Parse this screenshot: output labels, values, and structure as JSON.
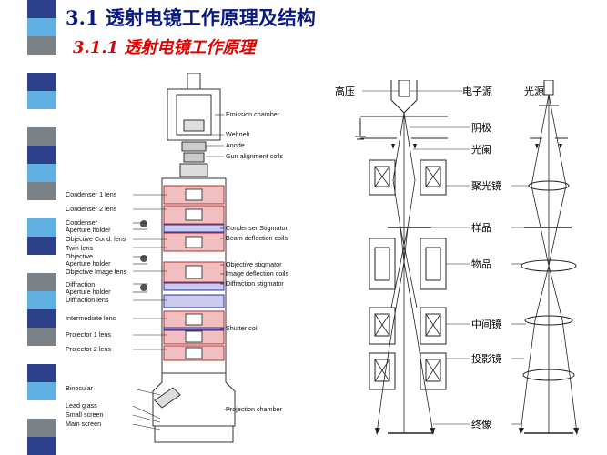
{
  "title": "3.1  透射电镜工作原理及结构",
  "subtitle": "3.1.1 透射电镜工作原理",
  "colors": {
    "title": "#0a1a80",
    "subtitle": "#e00000",
    "strip": [
      "#2b3f8a",
      "#5fb0e0",
      "#7a8288",
      "#ffffff"
    ],
    "lens_red": "#e07070",
    "lens_blue": "#6a6ad0"
  },
  "left_diagram": {
    "labels_left": [
      "Condenser 1 lens",
      "Condenser 2 lens",
      "Condenser",
      "Aperture holder",
      "Objective Cond. lens",
      "Twin lens",
      "Objective",
      "Aperture holder",
      "Objective Image lens",
      "Diffraction",
      "Aperture holder",
      "Diffraction lens",
      "Intermediate lens",
      "Projector 1 lens",
      "Projector 2 lens",
      "Binocular",
      "Lead glass",
      "Small screen",
      "Main screen"
    ],
    "labels_right": [
      "Emission chamber",
      "Wehnelt",
      "Anode",
      "Gun alignment coils",
      "Condenser Stigmator",
      "Beam deflection coils",
      "Objective stigmator",
      "Image deflection coils",
      "Diffraction stigmator",
      "Shutter coil",
      "Projection chamber"
    ]
  },
  "right_diagram": {
    "labels": [
      "高压",
      "电子源",
      "光源",
      "阴极",
      "光阑",
      "聚光镜",
      "样品",
      "物品",
      "中间镜",
      "投影镜",
      "终像"
    ]
  }
}
